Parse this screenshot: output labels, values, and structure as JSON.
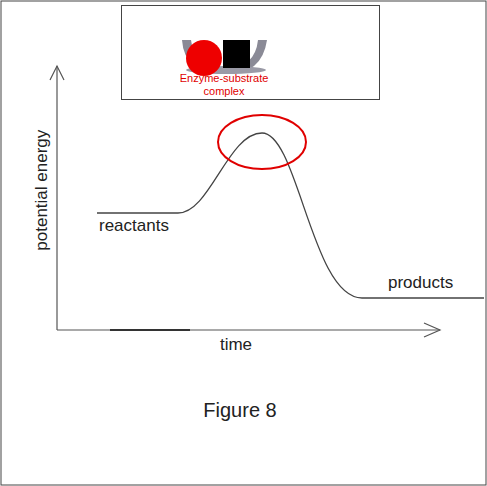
{
  "diagram": {
    "caption": "Figure 8",
    "nodes": [
      {
        "text": [
          "Enzyme-substrate complex"
        ]
      }
    ],
    "labels": [
      "potential energy",
      "reactants",
      "products",
      "time"
    ]
  }
}
